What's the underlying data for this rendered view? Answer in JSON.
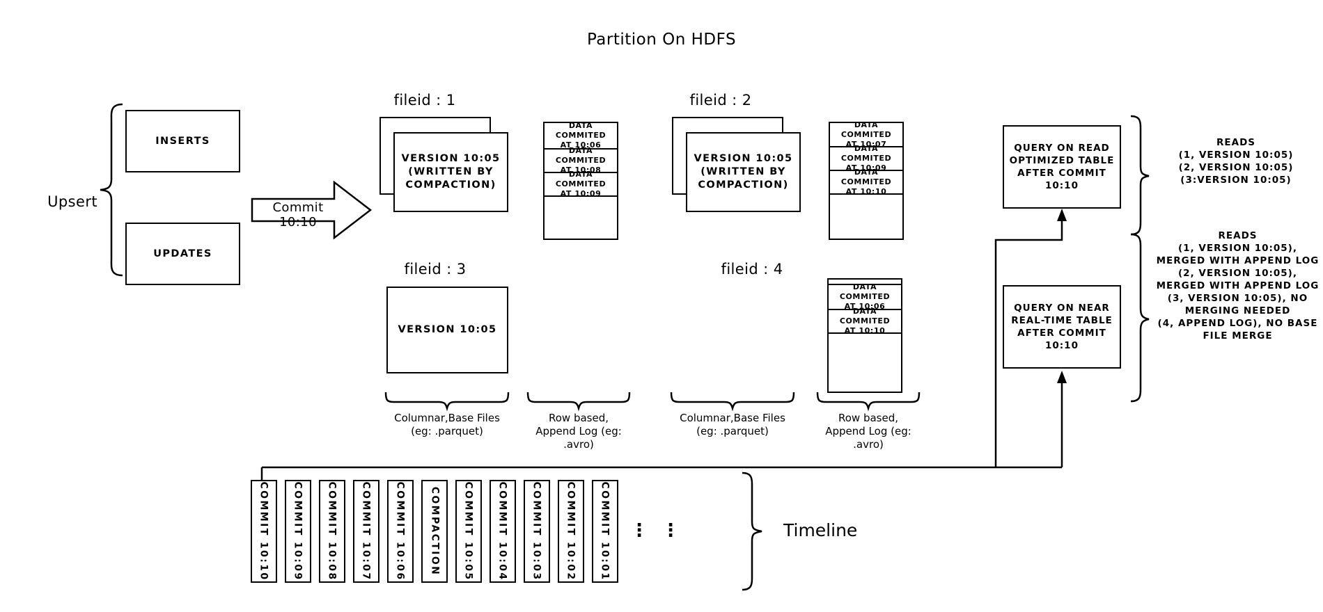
{
  "title": "Partition On HDFS",
  "left": {
    "upsert_label": "Upsert",
    "inserts_label": "INSERTS",
    "updates_label": "UPDATES",
    "commit_arrow_label": "Commit 10:10"
  },
  "file_groups": [
    {
      "header": "fileid : 1",
      "base_file_text": "VERSION 10:05\n(WRITTEN BY\nCOMPACTION)",
      "stacked": true,
      "log_entries": [
        "DATA COMMITED\nAT 10:06",
        "DATA COMMITED\nAT 10:08",
        "DATA COMMITED\nAT 10:09"
      ]
    },
    {
      "header": "fileid : 2",
      "base_file_text": "VERSION 10:05\n(WRITTEN BY\nCOMPACTION)",
      "stacked": true,
      "log_entries": [
        "DATA COMMITED\nAT 10:07",
        "DATA COMMITED\nAT 10:09",
        "DATA COMMITED\nAT 10:10"
      ]
    },
    {
      "header": "fileid : 3",
      "base_file_text": "VERSION 10:05",
      "stacked": false,
      "log_entries": []
    },
    {
      "header": "fileid : 4",
      "base_file_text": "",
      "stacked": false,
      "log_entries": [
        "DATA COMMITED\nAT 10:06",
        "DATA COMMITED\nAT 10:10"
      ]
    }
  ],
  "captions": {
    "columnar": "Columnar,Base Files\n(eg: .parquet)",
    "rowlog": "Row based,\nAppend Log  (eg:\n.avro)"
  },
  "queries": [
    {
      "box_text": "QUERY ON READ\nOPTIMIZED TABLE\nAFTER COMMIT\n10:10",
      "reads_text": "READS\n(1, VERSION 10:05)\n(2, VERSION 10:05)\n(3:VERSION 10:05)"
    },
    {
      "box_text": "QUERY ON NEAR\nREAL-TIME TABLE\nAFTER COMMIT\n10:10",
      "reads_text": "READS\n(1, VERSION 10:05),\nMERGED WITH APPEND LOG\n(2, VERSION 10:05),\nMERGED WITH APPEND LOG\n(3, VERSION 10:05), NO\nMERGING NEEDED\n(4, APPEND LOG), NO BASE\nFILE MERGE"
    }
  ],
  "timeline": {
    "label": "Timeline",
    "ellipsis": "⋮",
    "items": [
      "COMMIT  10:10",
      "COMMIT  10:09",
      "COMMIT  10:08",
      "COMMIT  10:07",
      "COMMIT  10:06",
      "COMPACTION",
      "COMMIT  10:05",
      "COMMIT  10:04",
      "COMMIT  10:03",
      "COMMIT  10:02",
      "COMMIT  10:01"
    ]
  },
  "colors": {
    "ink": "#000000",
    "paper": "#ffffff"
  }
}
